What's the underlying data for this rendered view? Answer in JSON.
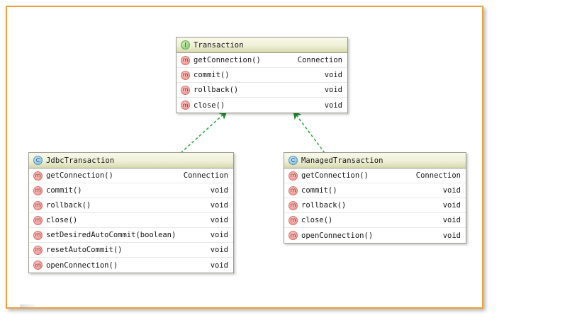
{
  "diagram": {
    "type": "uml-class-diagram",
    "canvas": {
      "border_color": "#f0a03c",
      "background": "#ffffff"
    },
    "relationship_color": "#1f8b2f",
    "classes": [
      {
        "id": "transaction",
        "name": "Transaction",
        "stereotype": "interface",
        "badge": "interface-icon",
        "badge_letter": "I",
        "members": [
          {
            "name": "getConnection()",
            "type": "Connection",
            "badge": "method-icon",
            "badge_letter": "m"
          },
          {
            "name": "commit()",
            "type": "void",
            "badge": "method-icon",
            "badge_letter": "m"
          },
          {
            "name": "rollback()",
            "type": "void",
            "badge": "method-icon",
            "badge_letter": "m"
          },
          {
            "name": "close()",
            "type": "void",
            "badge": "method-icon",
            "badge_letter": "m"
          }
        ]
      },
      {
        "id": "jdbc-transaction",
        "name": "JdbcTransaction",
        "stereotype": "class",
        "badge": "class-icon",
        "badge_letter": "C",
        "members": [
          {
            "name": "getConnection()",
            "type": "Connection",
            "badge": "method-icon",
            "badge_letter": "m"
          },
          {
            "name": "commit()",
            "type": "void",
            "badge": "method-icon",
            "badge_letter": "m"
          },
          {
            "name": "rollback()",
            "type": "void",
            "badge": "method-icon",
            "badge_letter": "m"
          },
          {
            "name": "close()",
            "type": "void",
            "badge": "method-icon",
            "badge_letter": "m"
          },
          {
            "name": "setDesiredAutoCommit(boolean)",
            "type": "void",
            "badge": "method-icon",
            "badge_letter": "m"
          },
          {
            "name": "resetAutoCommit()",
            "type": "void",
            "badge": "method-icon",
            "badge_letter": "m"
          },
          {
            "name": "openConnection()",
            "type": "void",
            "badge": "method-icon",
            "badge_letter": "m"
          }
        ]
      },
      {
        "id": "managed-transaction",
        "name": "ManagedTransaction",
        "stereotype": "class",
        "badge": "class-icon",
        "badge_letter": "C",
        "members": [
          {
            "name": "getConnection()",
            "type": "Connection",
            "badge": "method-icon",
            "badge_letter": "m"
          },
          {
            "name": "commit()",
            "type": "void",
            "badge": "method-icon",
            "badge_letter": "m"
          },
          {
            "name": "rollback()",
            "type": "void",
            "badge": "method-icon",
            "badge_letter": "m"
          },
          {
            "name": "close()",
            "type": "void",
            "badge": "method-icon",
            "badge_letter": "m"
          },
          {
            "name": "openConnection()",
            "type": "void",
            "badge": "method-icon",
            "badge_letter": "m"
          }
        ]
      }
    ],
    "relationships": [
      {
        "kind": "realization",
        "from": "jdbc-transaction",
        "to": "transaction",
        "line_style": "dashed"
      },
      {
        "kind": "realization",
        "from": "managed-transaction",
        "to": "transaction",
        "line_style": "dashed"
      }
    ]
  }
}
